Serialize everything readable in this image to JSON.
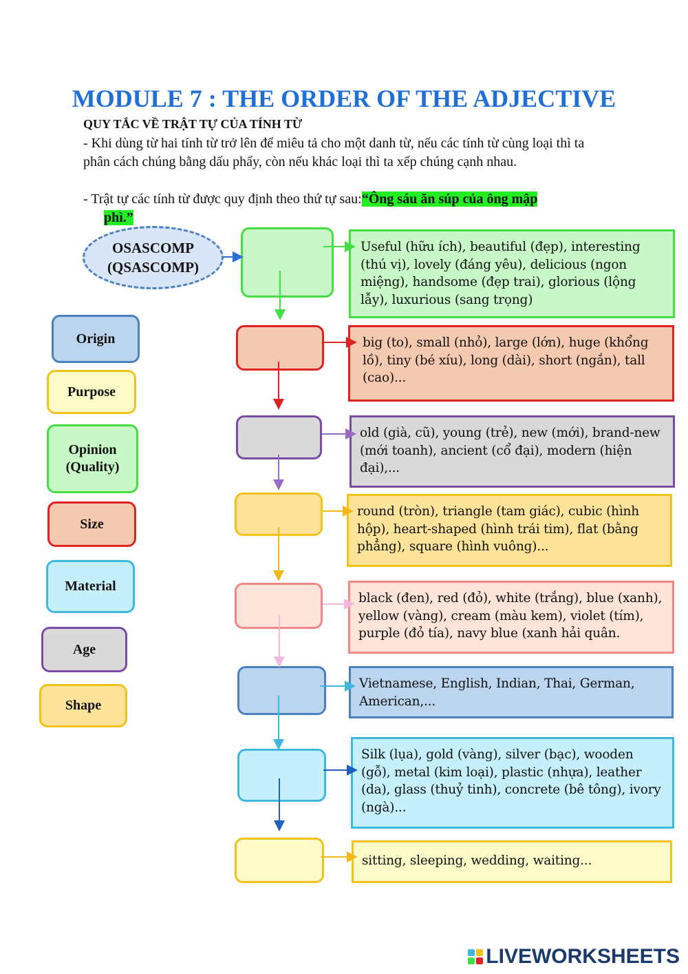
{
  "title": "MODULE 7 : THE ORDER OF THE ADJECTIVE",
  "subtitle": "QUY TẮC VỀ TRẬT TỰ CỦA TÍNH TỪ",
  "rule1": "- Khi dùng từ hai tính từ trở lên để miêu tả cho một danh từ, nếu các tính từ cùng loại thì ta phân cách chúng bằng dấu phẩy, còn nếu khác loại thì ta xếp chúng cạnh nhau.",
  "rule2_prefix": "- Trật tự các tính từ được quy định theo thứ tự sau:",
  "rule2_mnemonic_line1": "“Ông sáu ăn súp của ông mập",
  "rule2_mnemonic_line2": "phì.”",
  "acronym_line1": "OSASCOMP",
  "acronym_line2": "(QSASCOMP)",
  "labels": [
    "Origin",
    "Purpose",
    "Opinion (Quality)",
    "Size",
    "Material",
    "Age",
    "Shape"
  ],
  "descriptions": [
    "Useful (hữu ích), beautiful (đẹp), interesting (thú vị), lovely (đáng yêu), delicious (ngon miệng), handsome (đẹp trai), glorious (lộng lẫy), luxurious (sang trọng)",
    "big (to), small (nhỏ), large (lớn), huge (khổng lồ), tiny (bé xíu), long (dài), short (ngắn), tall (cao)...",
    "old (già, cũ), young (trẻ), new (mới), brand-new (mới toanh), ancient (cổ đại), modern (hiện đại),...",
    "round (tròn), triangle (tam giác), cubic (hình hộp), heart-shaped (hình trái tim), flat (bằng phẳng), square (hình vuông)...",
    "black (đen), red (đỏ), white (trắng), blue (xanh), yellow (vàng), cream (màu kem), violet (tím), purple (đỏ tía), navy blue (xanh hải quân.",
    "Vietnamese, English, Indian, Thai, German, American,...",
    "Silk (lụa), gold (vàng), silver (bạc), wooden (gỗ), metal (kim loại), plastic (nhựa), leather (da), glass (thuỷ tinh), concrete (bê tông), ivory (ngà)...",
    "sitting, sleeping, wedding, waiting..."
  ],
  "colors": {
    "title": "#1f6fd6",
    "opinion": "#44dd44",
    "size": "#dd2222",
    "age": "#7a4aa8",
    "shape": "#f2c21a",
    "color": "#f08888",
    "origin": "#4a7fc0",
    "material": "#3fb8e0",
    "purpose": "#f2c21a"
  },
  "logo": "LIVEWORKSHEETS"
}
